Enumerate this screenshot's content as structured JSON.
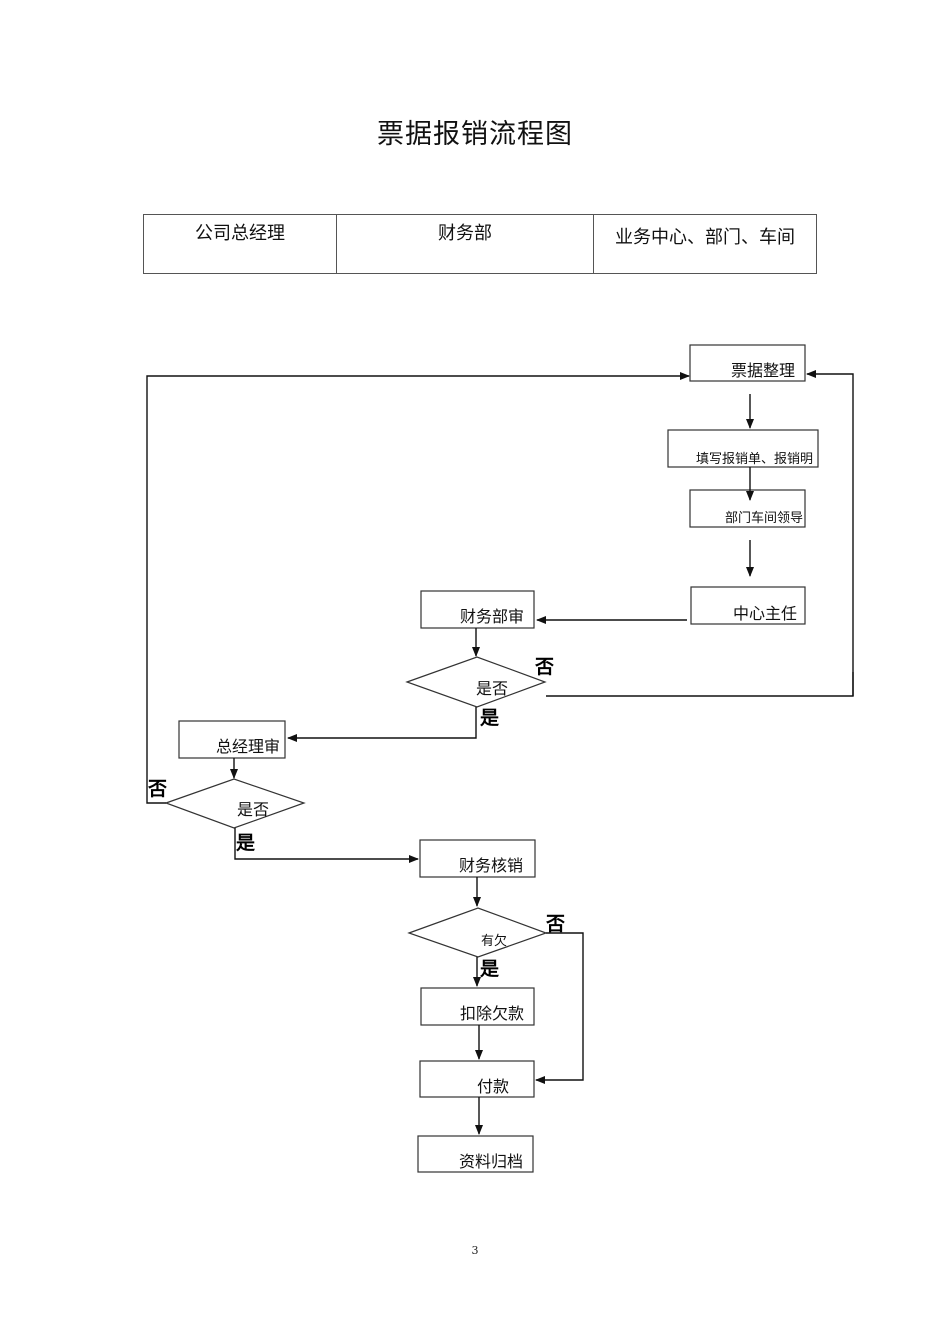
{
  "title": "票据报销流程图",
  "lanes": [
    "公司总经理",
    "财务部",
    "业务中心、部门、车间"
  ],
  "nodes": {
    "sort": "票据整理",
    "fill": "填写报销单、报销明",
    "dept": "部门车间领导",
    "center": "中心主任",
    "finReview": "财务部审",
    "decision1": "是否",
    "gmReview": "总经理审",
    "decision2": "是否",
    "finVerify": "财务核销",
    "decision3": "有欠",
    "deduct": "扣除欠款",
    "pay": "付款",
    "archive": "资料归档"
  },
  "branch": {
    "yes": "是",
    "no": "否"
  },
  "page_number": "3"
}
